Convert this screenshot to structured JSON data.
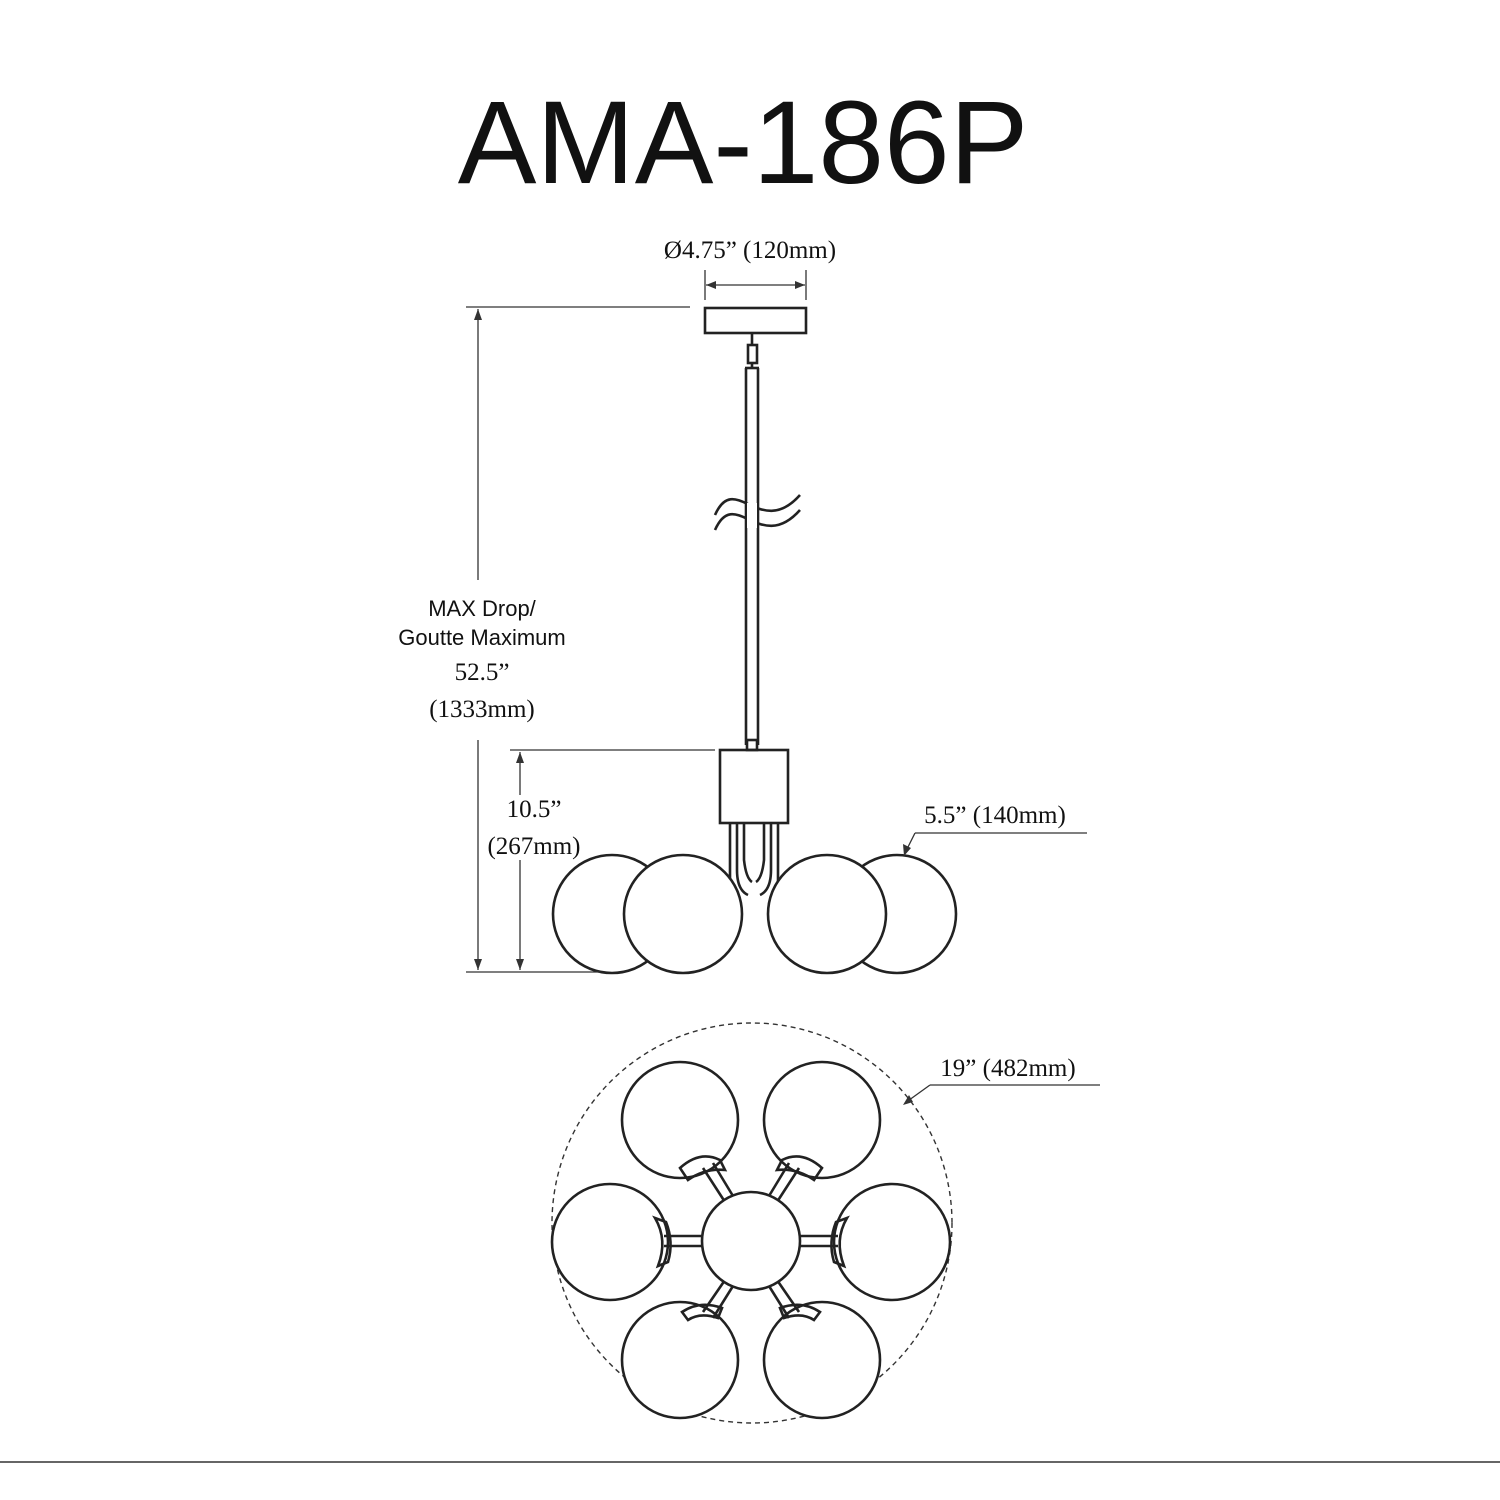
{
  "title": "AMA-186P",
  "dimensions": {
    "canopy_diameter": "Ø4.75” (120mm)",
    "max_drop_label_line1": "MAX Drop/",
    "max_drop_label_line2": "Goutte Maximum",
    "max_drop_value": "52.5”",
    "max_drop_value_mm": "(1333mm)",
    "body_height_value": "10.5”",
    "body_height_value_mm": "(267mm)",
    "globe_diameter": "5.5” (140mm)",
    "overall_diameter": "19” (482mm)"
  }
}
